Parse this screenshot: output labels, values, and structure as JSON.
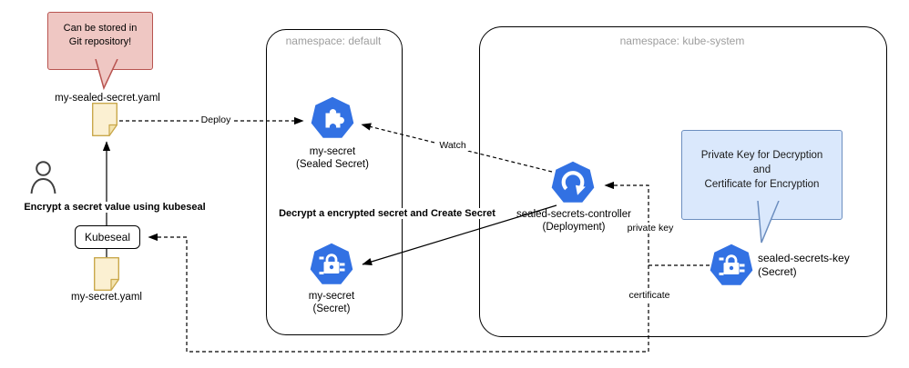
{
  "colors": {
    "k8s_blue": "#3271E3",
    "note_fill": "#FBF0D2",
    "note_fold": "#F3E3AE",
    "note_stroke": "#C9A84C",
    "pink_fill": "#EFC7C3",
    "pink_stroke": "#B85450",
    "blue_fill": "#DAE8FC",
    "blue_stroke": "#6C8EBF"
  },
  "callouts": {
    "git": {
      "line1": "Can be stored in",
      "line2": "Git repository!"
    },
    "keyinfo": {
      "line1": "Private Key for Decryption",
      "line2": "and",
      "line3": "Certificate for Encryption"
    }
  },
  "namespaces": {
    "default_ns": {
      "label": "namespace: default"
    },
    "kube_system": {
      "label": "namespace: kube-system"
    }
  },
  "files": {
    "sealed": {
      "label": "my-sealed-secret.yaml"
    },
    "plain": {
      "label": "my-secret.yaml"
    }
  },
  "tools": {
    "kubeseal": {
      "label": "Kubeseal"
    }
  },
  "resources": {
    "sealed_secret": {
      "name": "my-secret",
      "kind": "(Sealed Secret)"
    },
    "secret": {
      "name": "my-secret",
      "kind": "(Secret)"
    },
    "controller": {
      "name": "sealed-secrets-controller",
      "kind": "(Deployment)"
    },
    "key_secret": {
      "name": "sealed-secrets-key",
      "kind": "(Secret)"
    }
  },
  "edges": {
    "deploy": "Deploy",
    "watch": "Watch",
    "private_key": "private key",
    "certificate": "certificate"
  },
  "captions": {
    "encrypt": "Encrypt a secret value using kubeseal",
    "decrypt": "Decrypt a encrypted secret and Create Secret"
  }
}
